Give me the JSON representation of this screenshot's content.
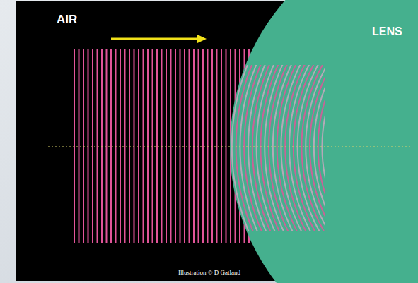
{
  "diagram": {
    "labels": [
      "AIR",
      "LENS",
      "Illustration © D Gatland"
    ]
  }
}
